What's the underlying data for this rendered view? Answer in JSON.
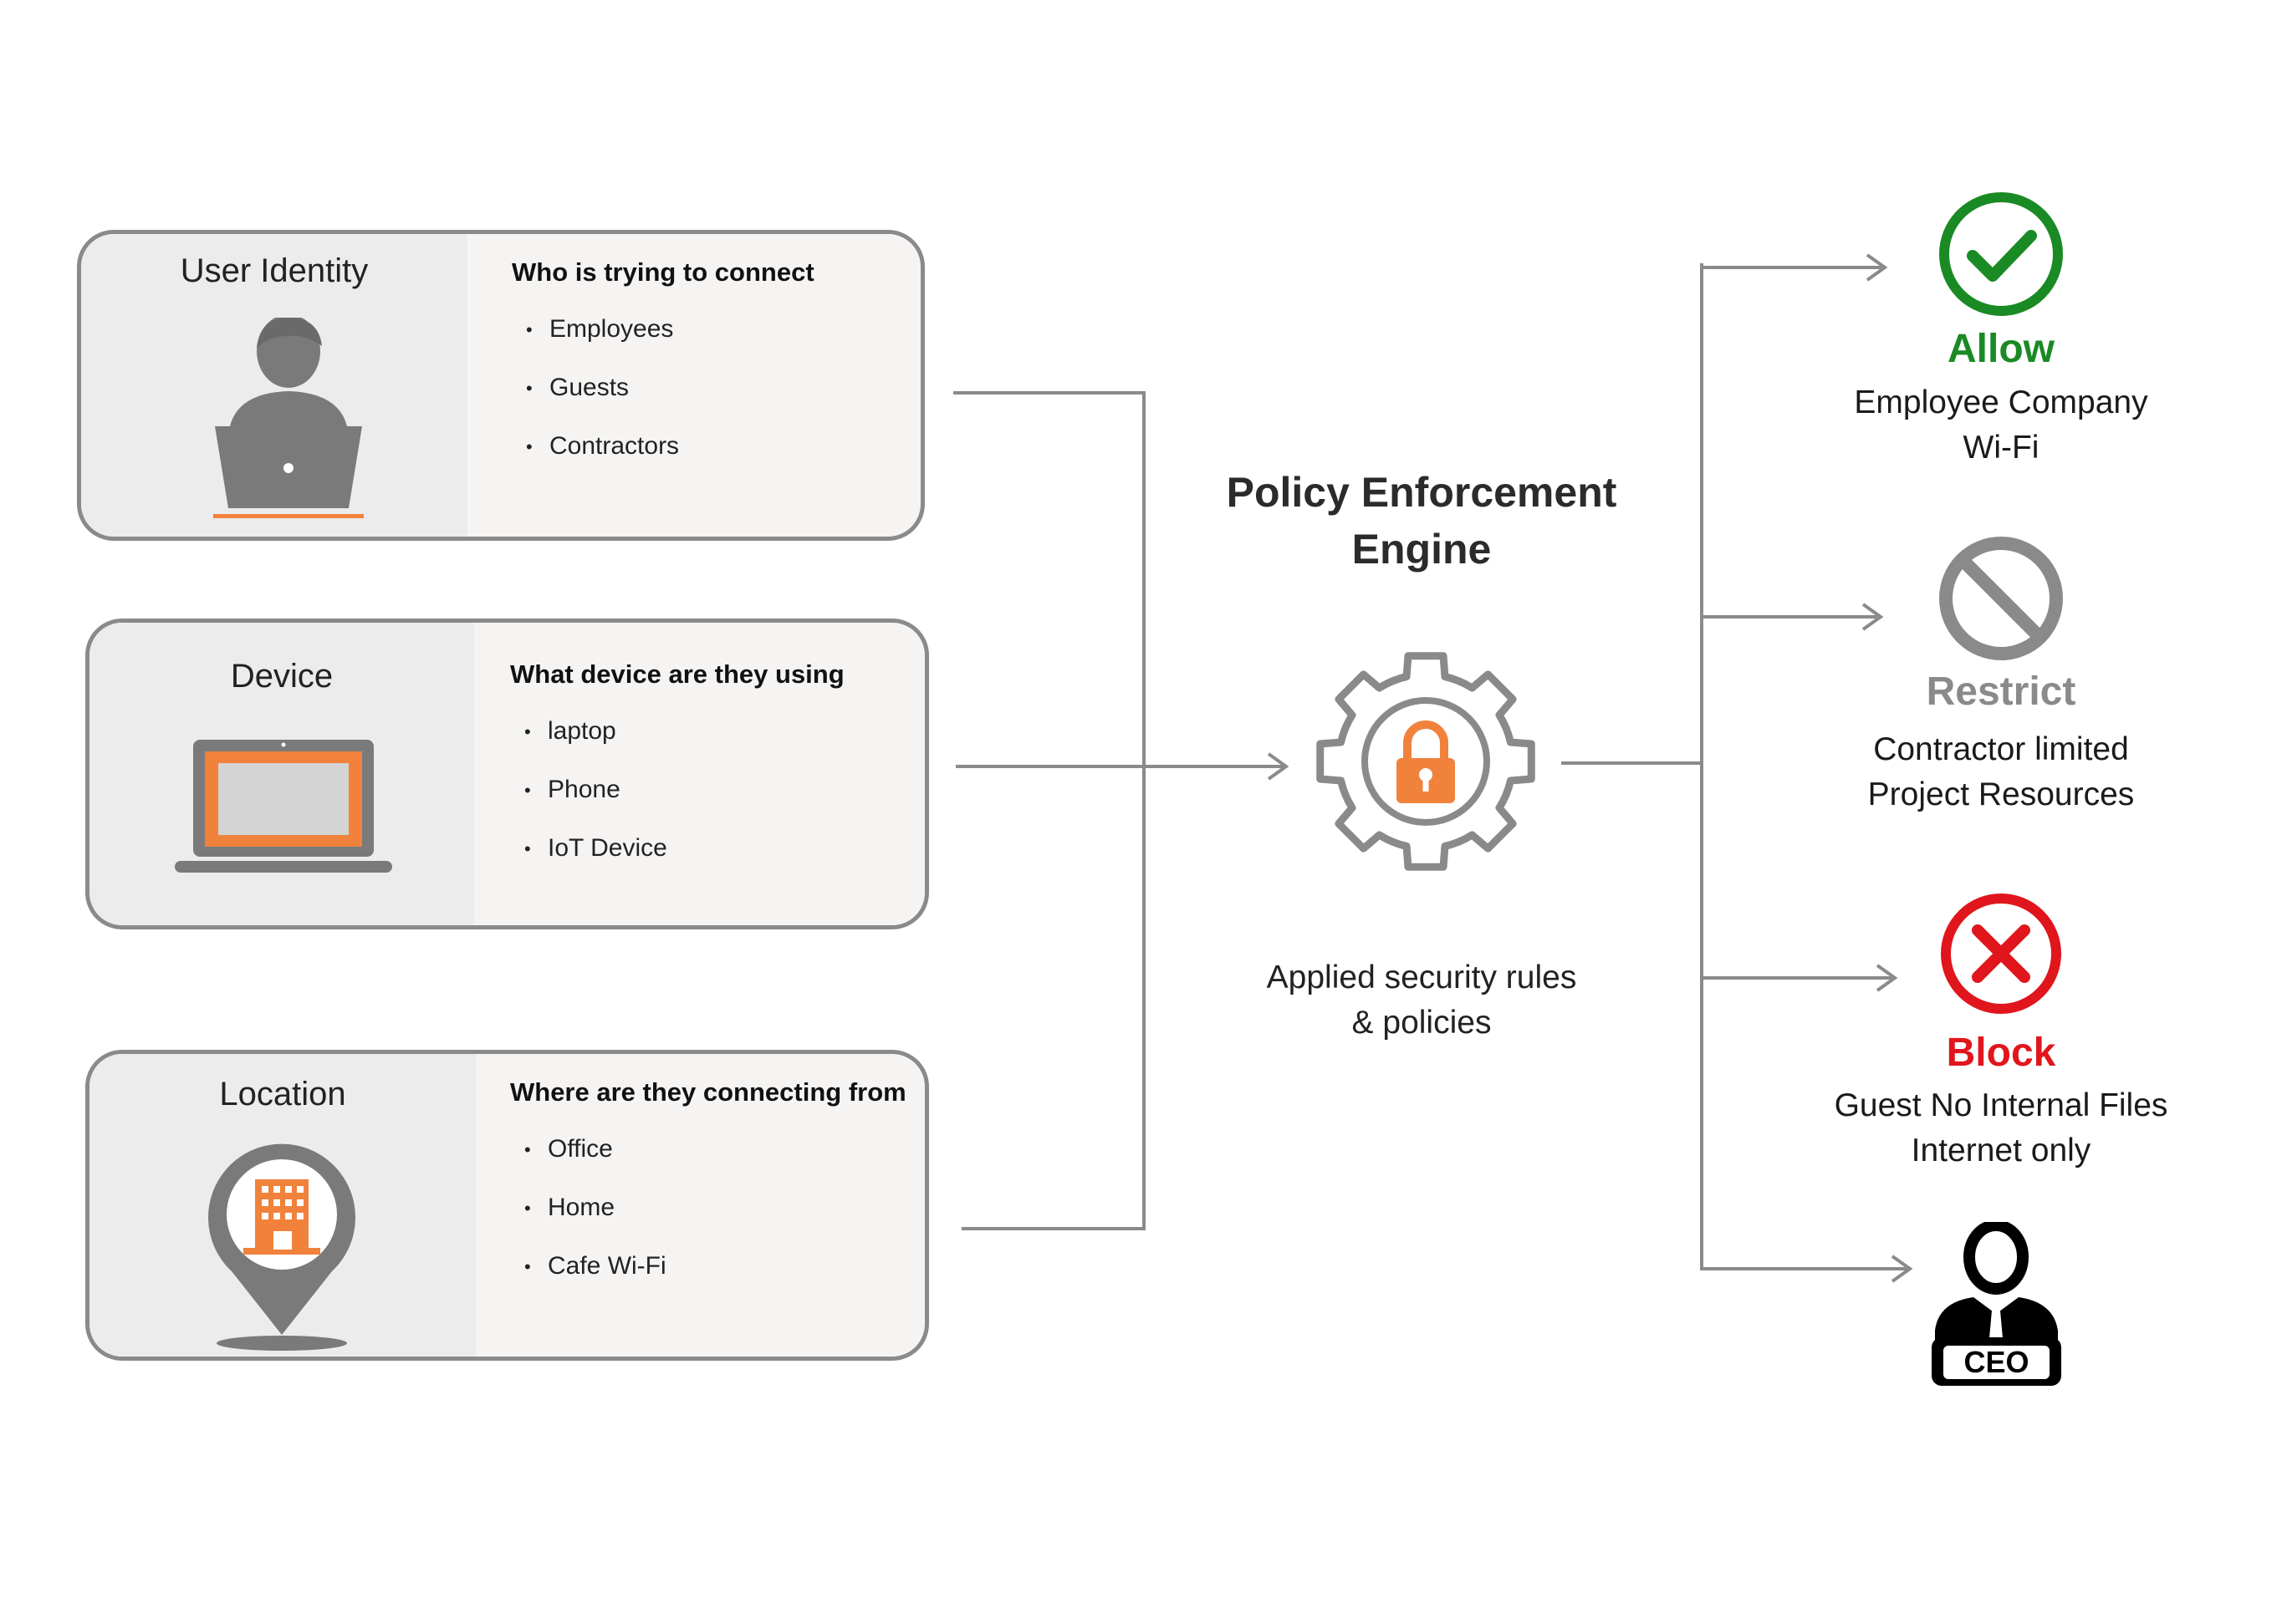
{
  "inputs": [
    {
      "title": "User Identity",
      "heading": "Who is trying to connect",
      "items": [
        "Employees",
        "Guests",
        "Contractors"
      ],
      "icon": "user-laptop-icon"
    },
    {
      "title": "Device",
      "heading": "What device are they using",
      "items": [
        "laptop",
        "Phone",
        "IoT Device"
      ],
      "icon": "laptop-icon"
    },
    {
      "title": "Location",
      "heading": "Where are they connecting from",
      "items": [
        "Office",
        "Home",
        "Cafe Wi-Fi"
      ],
      "icon": "location-building-icon"
    }
  ],
  "engine": {
    "title_line1": "Policy Enforcement",
    "title_line2": "Engine",
    "desc_line1": "Applied security rules",
    "desc_line2": "& policies",
    "icon": "gear-lock-icon"
  },
  "outcomes": [
    {
      "label": "Allow",
      "line1": "Employee Company",
      "line2": "Wi-Fi",
      "color": "#1a8a24",
      "icon": "checkmark-icon"
    },
    {
      "label": "Restrict",
      "line1": "Contractor limited",
      "line2": "Project Resources",
      "color": "#8a8a8a",
      "icon": "prohibited-icon"
    },
    {
      "label": "Block",
      "line1": "Guest No Internal Files",
      "line2": "Internet only",
      "color": "#e0161c",
      "icon": "x-icon"
    },
    {
      "badge_text": "CEO",
      "icon": "ceo-icon"
    }
  ],
  "colors": {
    "accent": "#f0823c",
    "gray": "#8a8a8a",
    "line": "#8a8a8a"
  }
}
